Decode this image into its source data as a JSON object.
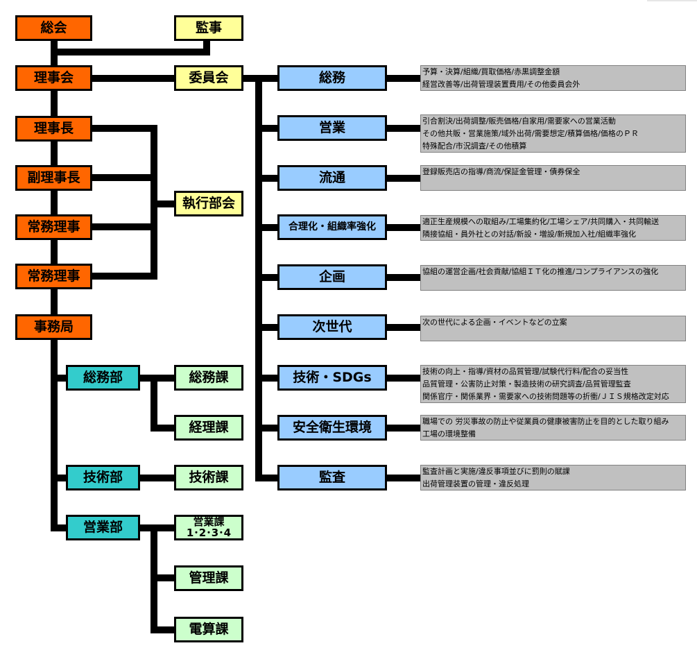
{
  "left_column": {
    "soukai": "総会",
    "rijikai": "理事会",
    "rijichou": "理事長",
    "fukurijichou": "副理事長",
    "joumu1": "常務理事",
    "joumu2": "常務理事",
    "jimukyoku": "事務局"
  },
  "middle": {
    "kanji": "監事",
    "iinkai": "委員会",
    "shikkou": "執行部会"
  },
  "bureau": {
    "soumubu": "総務部",
    "gijutsubu": "技術部",
    "eigyoubu": "営業部",
    "soumuka": "総務課",
    "keirika": "経理課",
    "gijutsuka": "技術課",
    "eigyouka_line1": "営業課",
    "eigyouka_line2": "1･2･3･4",
    "kanrika": "管理課",
    "densanka": "電算課"
  },
  "committees": [
    {
      "name": "総務",
      "desc": [
        "予算・決算/組織/買取価格/赤黒調整金額",
        "経営改善等/出荷管理装置費用/その他委員会外"
      ]
    },
    {
      "name": "営業",
      "desc": [
        "引合割決/出荷調整/販売価格/自家用/需要家への営業活動",
        "その他共販・営業施策/域外出荷/需要想定/積算価格/価格のＰＲ",
        "特殊配合/市況調査/その他積算"
      ]
    },
    {
      "name": "流通",
      "desc": [
        "登録販売店の指導/商流/保証金管理・債券保全"
      ]
    },
    {
      "name": "合理化・組織率強化",
      "desc": [
        "適正生産規模への取組み/工場集約化/工場シェア/共同購入・共同輸送",
        "隣接協組・員外社との対話/新設・増設/新規加入社/組織率強化"
      ]
    },
    {
      "name": "企画",
      "desc": [
        "協組の運営企画/社会貢献/協組ＩＴ化の推進/コンプライアンスの強化"
      ]
    },
    {
      "name": "次世代",
      "desc": [
        "次の世代による企画・イベントなどの立案"
      ]
    },
    {
      "name": "技術・SDGs",
      "desc": [
        "技術の向上・指導/資材の品質管理/試験代行料/配合の妥当性",
        "品質管理・公害防止対策・製造技術の研究調査/品質管理監査",
        "関係官庁・関係業界・需要家への技術問題等の折衝/ＪＩＳ規格改定対応"
      ]
    },
    {
      "name": "安全衛生環境",
      "desc": [
        "職場での 労災事故の防止や従業員の健康被害防止を目的とした取り組み",
        "工場の環境整備"
      ]
    },
    {
      "name": "監査",
      "desc": [
        "監査計画と実施/違反事項並びに罰則の賦課",
        "出荷管理装置の管理・違反処理"
      ]
    }
  ]
}
